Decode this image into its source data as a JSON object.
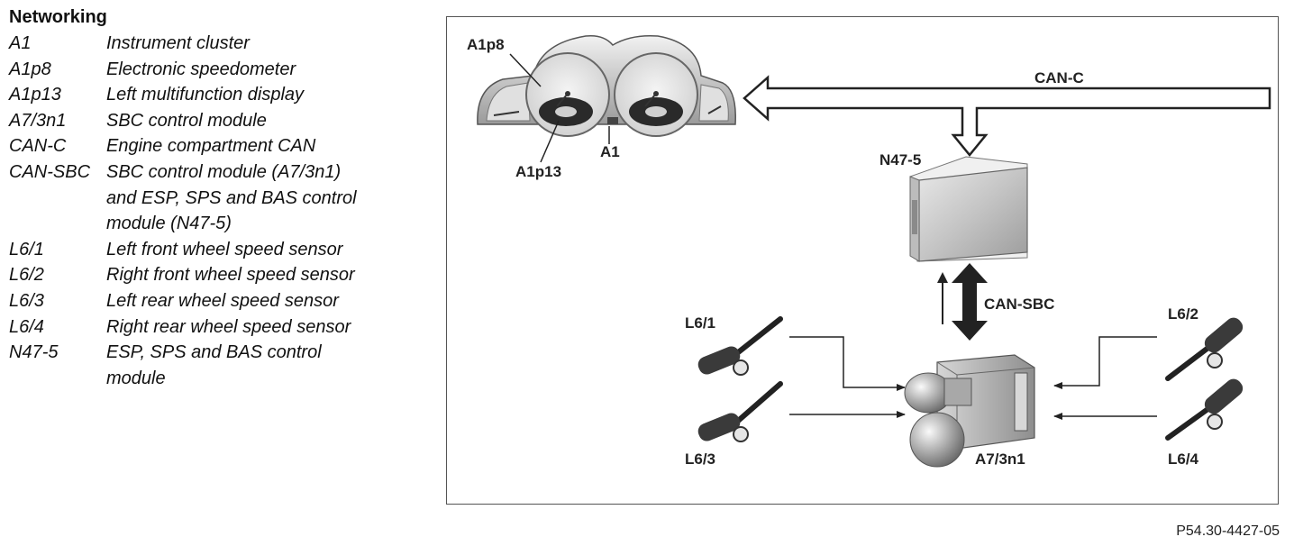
{
  "legend": {
    "title": "Networking",
    "items": [
      {
        "code": "A1",
        "desc": "Instrument cluster"
      },
      {
        "code": "A1p8",
        "desc": "Electronic speedometer"
      },
      {
        "code": "A1p13",
        "desc": "Left multifunction display"
      },
      {
        "code": "A7/3n1",
        "desc": "SBC control module"
      },
      {
        "code": "CAN-C",
        "desc": "Engine compartment CAN"
      },
      {
        "code": "CAN-SBC",
        "desc": "SBC control module (A7/3n1)\nand ESP, SPS and BAS control\nmodule (N47-5)"
      },
      {
        "code": "L6/1",
        "desc": "Left front wheel speed sensor"
      },
      {
        "code": "L6/2",
        "desc": "Right front wheel speed sensor"
      },
      {
        "code": "L6/3",
        "desc": "Left rear wheel speed sensor"
      },
      {
        "code": "L6/4",
        "desc": "Right rear wheel speed sensor"
      },
      {
        "code": "N47-5",
        "desc": "ESP, SPS and BAS control\nmodule"
      }
    ]
  },
  "diagram": {
    "labels": {
      "a1p8": "A1p8",
      "a1": "A1",
      "a1p13": "A1p13",
      "can_c": "CAN-C",
      "n47_5": "N47-5",
      "can_sbc": "CAN-SBC",
      "l6_1": "L6/1",
      "l6_2": "L6/2",
      "l6_3": "L6/3",
      "l6_4": "L6/4",
      "a7_3n1": "A7/3n1"
    }
  },
  "reference": "P54.30-4427-05"
}
